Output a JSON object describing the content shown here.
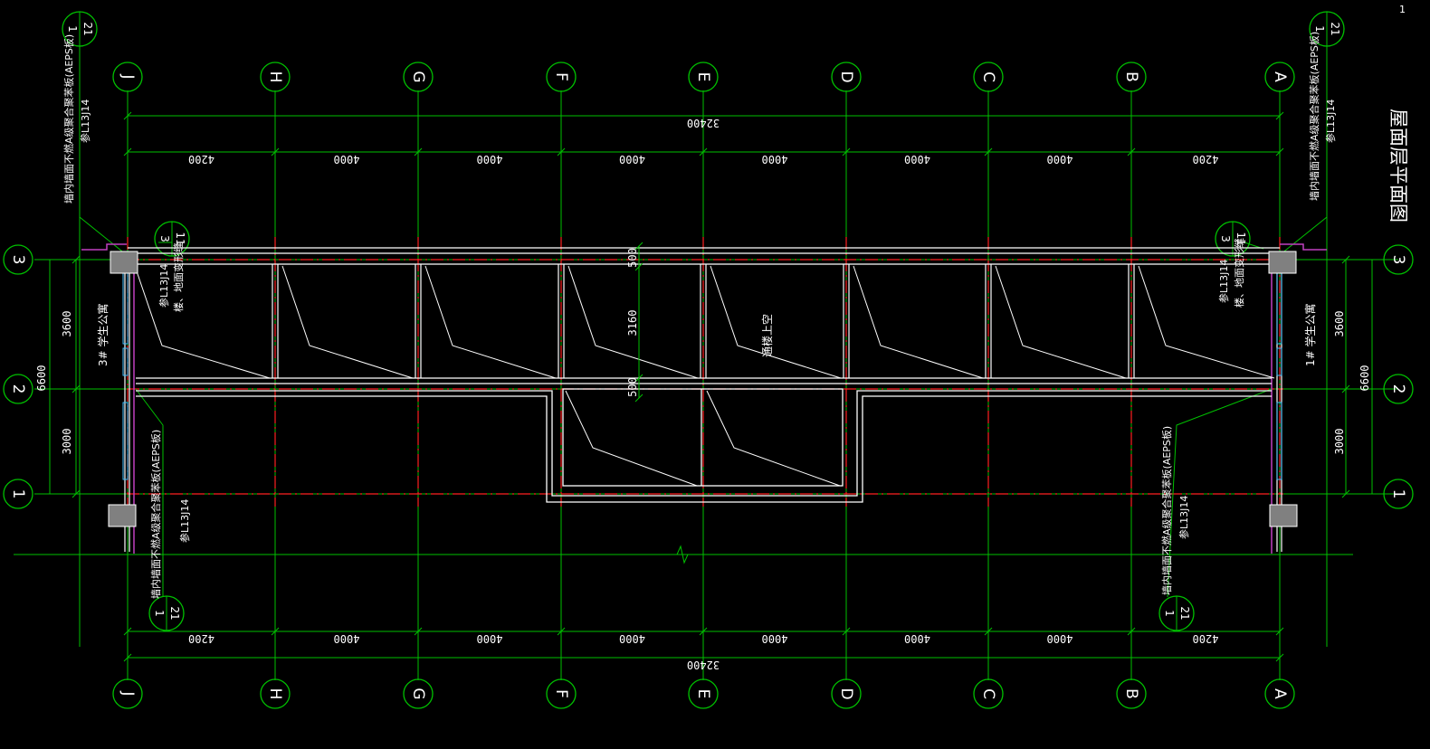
{
  "drawing": {
    "title": "屋面层平面图",
    "page_number": "1",
    "colors": {
      "background": "#000000",
      "grid_line": "#00c000",
      "axis_dash": "#ff2020",
      "wall": "#ffffff",
      "column": "#808080",
      "parapet": "#c040c0",
      "window": "#40c0ff",
      "text": "#ffffff"
    },
    "axes_x": [
      "J",
      "H",
      "G",
      "F",
      "E",
      "D",
      "C",
      "B",
      "A"
    ],
    "axes_y": [
      "3",
      "2",
      "1"
    ],
    "dims_x_bay": [
      "4200",
      "4000",
      "4000",
      "4000",
      "4000",
      "4000",
      "4000",
      "4200"
    ],
    "dims_x_total": "32400",
    "dims_y_left_bay": [
      "3600",
      "3000"
    ],
    "dims_y_total": "6600",
    "dims_opening": [
      "500",
      "3160",
      "500"
    ],
    "detail_refs": [
      {
        "num": "1",
        "sheet": "21"
      },
      {
        "num": "1",
        "sheet": "21"
      },
      {
        "num": "3",
        "sheet": "11"
      },
      {
        "num": "3",
        "sheet": "11"
      },
      {
        "num": "1",
        "sheet": "21"
      },
      {
        "num": "1",
        "sheet": "21"
      }
    ],
    "notes": {
      "parapet_insulation": "墙内墙面不燃A级聚合聚苯板(AEPS板)",
      "ref_l13j14": "参L13J14",
      "roof_access": "楼、地面变形缝",
      "building_left": "3# 学生公寓",
      "building_right": "1# 学生公寓",
      "stair_up": "通楼上空"
    }
  }
}
